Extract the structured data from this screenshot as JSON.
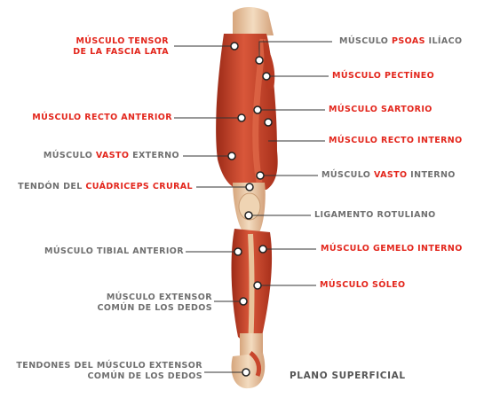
{
  "colors": {
    "red": "#e3261c",
    "gray": "#6f6f6f",
    "muscle": "#c8462c",
    "tendon": "#e9c9a3"
  },
  "labels": {
    "tensor": {
      "line1": "MÚSCULO TENSOR",
      "line2": "DE LA FASCIA LATA"
    },
    "psoas": {
      "prefix": "MÚSCULO ",
      "highlight": "PSOAS",
      "suffix": " ILÍACO"
    },
    "pectineo": {
      "text": "MÚSCULO PECTÍNEO"
    },
    "recto_anterior": {
      "text": "MÚSCULO RECTO ANTERIOR"
    },
    "sartorio": {
      "text": "MÚSCULO SARTORIO"
    },
    "recto_interno": {
      "text": "MÚSCULO RECTO INTERNO"
    },
    "vasto_externo": {
      "prefix": "MÚSCULO ",
      "highlight": "VASTO",
      "suffix": " EXTERNO"
    },
    "vasto_interno": {
      "prefix": "MÚSCULO ",
      "highlight": "VASTO",
      "suffix": " INTERNO"
    },
    "tendon_cuadriceps": {
      "prefix": "TENDÓN DEL ",
      "highlight": "CUÁDRICEPS CRURAL"
    },
    "ligamento": {
      "text": "LIGAMENTO ROTULIANO"
    },
    "tibial": {
      "text": "MÚSCULO TIBIAL ANTERIOR"
    },
    "gemelo": {
      "text": "MÚSCULO GEMELO INTERNO"
    },
    "extensor": {
      "line1": "MÚSCULO EXTENSOR",
      "line2": "COMÚN DE LOS DEDOS"
    },
    "soleo": {
      "text": "MÚSCULO SÓLEO"
    },
    "tendones": {
      "line1": "TENDONES DEL MÚSCULO EXTENSOR",
      "line2": "COMÚN DE LOS DEDOS"
    }
  },
  "footer": "PLANO SUPERFICIAL"
}
